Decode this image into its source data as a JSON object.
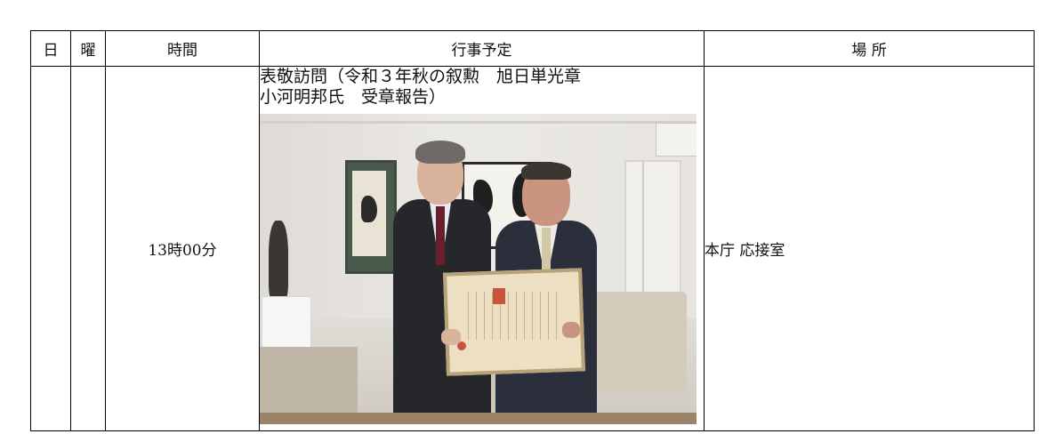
{
  "table": {
    "headers": {
      "day": "日",
      "weekday": "曜",
      "time": "時間",
      "event": "行事予定",
      "place": "場 所"
    },
    "rows": [
      {
        "day": "",
        "weekday": "",
        "time": "13時00分",
        "event_title": "表敬訪問（令和３年秋の叙勲　旭日単光章\n小河明邦氏　受章報告）",
        "place": "本庁 応接室"
      }
    ]
  }
}
